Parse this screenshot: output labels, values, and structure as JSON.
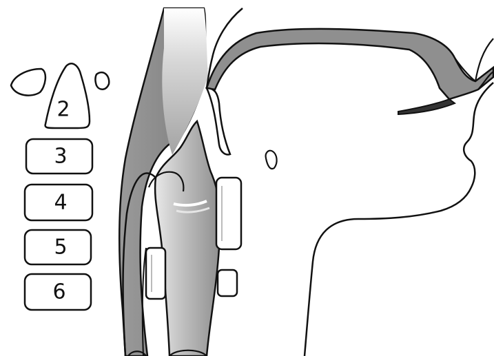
{
  "vertebrae": [
    {
      "label": "2"
    },
    {
      "label": "3"
    },
    {
      "label": "4"
    },
    {
      "label": "5"
    },
    {
      "label": "6"
    }
  ],
  "colors": {
    "ink": "#111111",
    "shade": "#8f8f8f",
    "shade_light": "#c9c9c9",
    "background": "#ffffff"
  }
}
